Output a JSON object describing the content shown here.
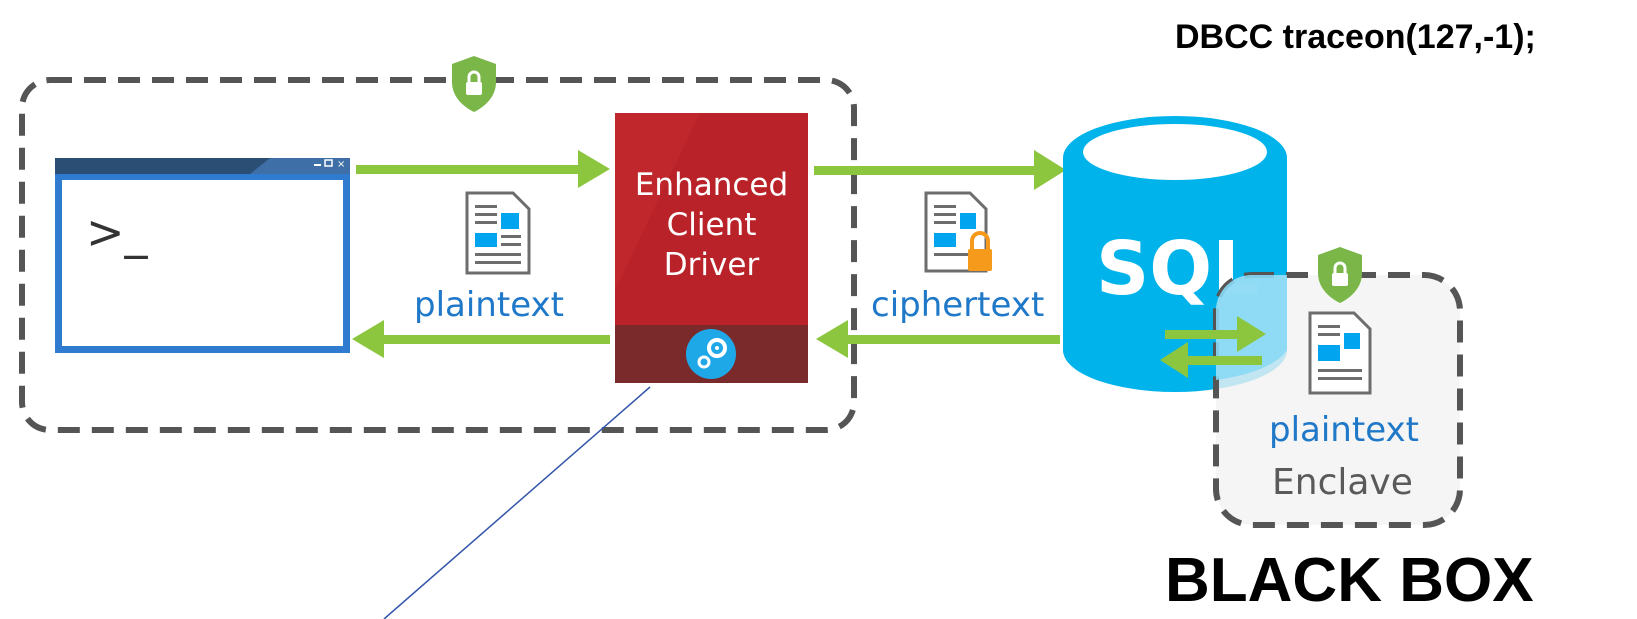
{
  "command_text": "DBCC traceon(127,-1);",
  "driver": {
    "label_line1": "Enhanced",
    "label_line2": "Client",
    "label_line3": "Driver"
  },
  "db": {
    "label": "SQL"
  },
  "labels": {
    "plaintext_client": "plaintext",
    "ciphertext": "ciphertext",
    "plaintext_enclave": "plaintext",
    "enclave": "Enclave",
    "black_box": "BLACK BOX"
  },
  "terminal": {
    "prompt": ">_"
  },
  "colors": {
    "arrow_green": "#8cc63f",
    "driver_red": "#c0272d",
    "driver_band": "#7a2a2a",
    "db_blue": "#00b4eb",
    "shield_green": "#7ab648",
    "lock_orange": "#f59a1b",
    "window_frame": "#2e7bcf",
    "dash_border": "#555555",
    "label_blue": "#1f78c8"
  },
  "icons": [
    "shield-lock-icon",
    "terminal-window-icon",
    "document-icon",
    "document-lock-icon",
    "gears-icon",
    "database-icon"
  ]
}
